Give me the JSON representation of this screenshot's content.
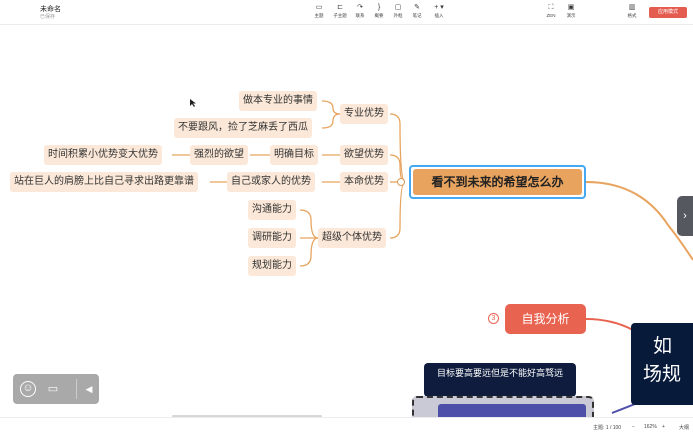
{
  "header": {
    "title": "未命名",
    "subtitle": "已保存"
  },
  "toolbar": {
    "items": [
      {
        "label": "主题",
        "icon": "theme-icon"
      },
      {
        "label": "子主题",
        "icon": "subtopic-icon"
      },
      {
        "label": "联系",
        "icon": "relationship-icon"
      },
      {
        "label": "概要",
        "icon": "summary-icon"
      },
      {
        "label": "外框",
        "icon": "boundary-icon"
      },
      {
        "label": "笔记",
        "icon": "note-icon"
      },
      {
        "label": "插入",
        "icon": "insert-icon"
      }
    ],
    "right_items": [
      {
        "label": "ZEN",
        "icon": "zen-mode-icon"
      },
      {
        "label": "演示",
        "icon": "presentation-icon"
      },
      {
        "label": "格式",
        "icon": "format-panel-icon"
      }
    ],
    "export_label": "应用模式"
  },
  "mindmap": {
    "central": "看不到未来的希望怎么办",
    "branches": {
      "b1": "专业优势",
      "b1c1": "做本专业的事情",
      "b1c2": "不要跟风，捡了芝麻丢了西瓜",
      "b2": "欲望优势",
      "b2c1": "明确目标",
      "b2c2": "强烈的欲望",
      "b2c3": "时间积累小优势变大优势",
      "b3": "本命优势",
      "b3c1": "自己或家人的优势",
      "b3c2": "站在巨人的肩膀上比自己寻求出路更靠谱",
      "b4": "超级个体优势",
      "b4c1": "沟通能力",
      "b4c2": "调研能力",
      "b4c3": "规划能力"
    },
    "self_analysis": "自我分析",
    "self_analysis_badge": "3",
    "dark_node_line1": "如",
    "dark_node_line2": "场规",
    "goal_node": "目标要高要远但是不能好高骛远"
  },
  "statusbar": {
    "topic_count": "主题: 1 / 100",
    "zoom": "162%",
    "outline": "大纲"
  },
  "colors": {
    "accent_red": "#e45b4f",
    "central_orange": "#e8a45f",
    "branch_bg": "#fbe8d8",
    "connector": "#e8a45f"
  }
}
